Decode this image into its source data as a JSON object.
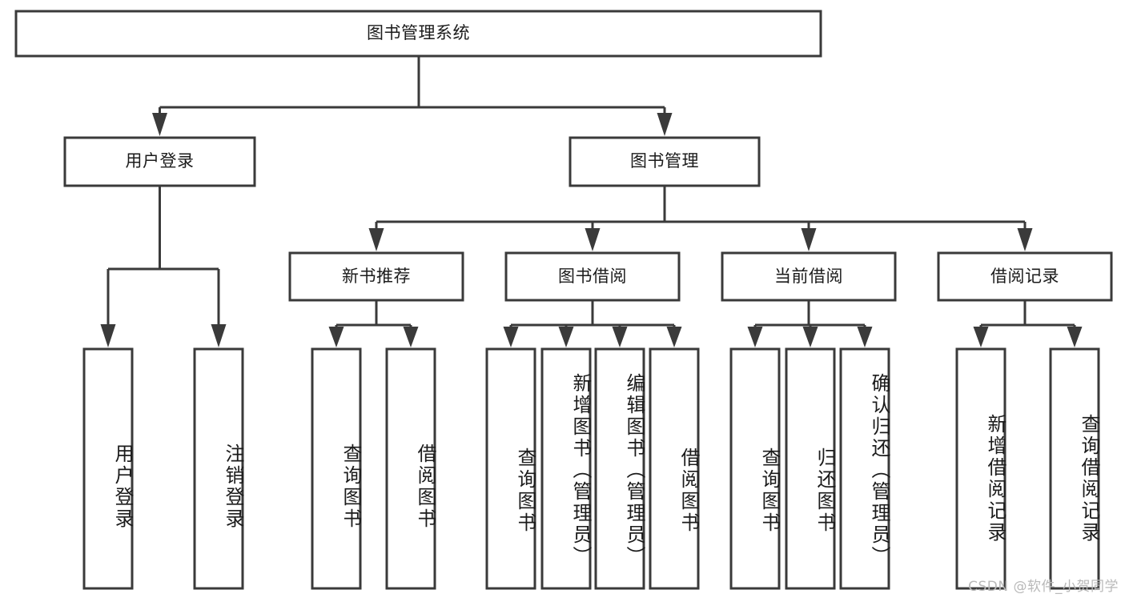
{
  "diagram": {
    "title": "图书管理系统",
    "type": "tree-hierarchy-diagram",
    "colors": {
      "box_stroke": "#3a3a3a",
      "box_fill": "#ffffff",
      "text": "#1b1b1b",
      "background": "#ffffff",
      "watermark": "#b9b9b9"
    },
    "nodes": {
      "root": {
        "label": "图书管理系统"
      },
      "level2": [
        {
          "id": "user-login",
          "label": "用户登录"
        },
        {
          "id": "book-manage",
          "label": "图书管理"
        }
      ],
      "level3": [
        {
          "id": "new-book-recommend",
          "label": "新书推荐"
        },
        {
          "id": "book-borrow",
          "label": "图书借阅"
        },
        {
          "id": "current-borrow",
          "label": "当前借阅"
        },
        {
          "id": "borrow-record",
          "label": "借阅记录"
        }
      ],
      "leaves": {
        "user-login": [
          {
            "id": "leaf-user-login",
            "label": "用户登录"
          },
          {
            "id": "leaf-user-logout",
            "label": "注销登录"
          }
        ],
        "new-book-recommend": [
          {
            "id": "leaf-query-book-1",
            "label": "查询图书"
          },
          {
            "id": "leaf-borrow-book-1",
            "label": "借阅图书"
          }
        ],
        "book-borrow": [
          {
            "id": "leaf-query-book-2",
            "label": "查询图书"
          },
          {
            "id": "leaf-add-book",
            "label": "新增图书（管理员）"
          },
          {
            "id": "leaf-edit-book",
            "label": "编辑图书（管理员）"
          },
          {
            "id": "leaf-borrow-book-2",
            "label": "借阅图书"
          }
        ],
        "current-borrow": [
          {
            "id": "leaf-query-book-3",
            "label": "查询图书"
          },
          {
            "id": "leaf-return-book",
            "label": "归还图书"
          },
          {
            "id": "leaf-confirm-return",
            "label": "确认归还（管理员）"
          }
        ],
        "borrow-record": [
          {
            "id": "leaf-add-record",
            "label": "新增借阅记录"
          },
          {
            "id": "leaf-query-record",
            "label": "查询借阅记录"
          }
        ]
      }
    },
    "watermark": "CSDN @软件_小贺同学"
  }
}
